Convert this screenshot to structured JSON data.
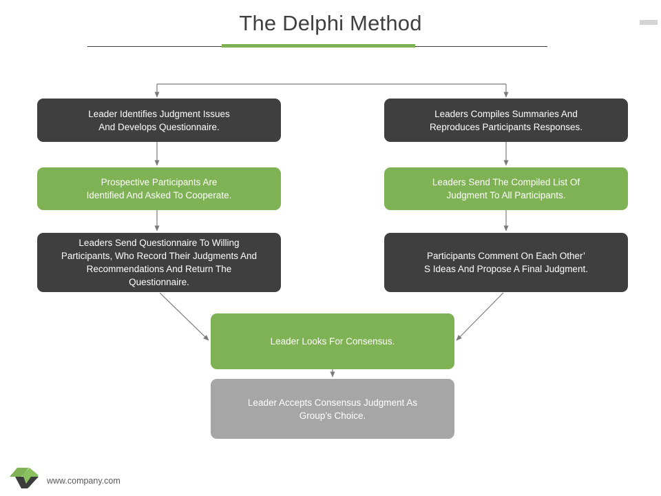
{
  "slide": {
    "title": "The Delphi Method",
    "accent_color": "#7FB254",
    "dark_color": "#403F3F",
    "gray_color": "#A6A6A6",
    "rule_color": "#3b3b3b",
    "background": "#ffffff"
  },
  "decoration": {
    "corner_mark": "top-right-gray-bar"
  },
  "diagram": {
    "type": "flowchart",
    "nodes": [
      {
        "id": "l1",
        "column": "left",
        "order": 1,
        "color": "#403F3F",
        "style": "dark",
        "text": "Leader Identifies Judgment Issues\nAnd Develops Questionnaire."
      },
      {
        "id": "l2",
        "column": "left",
        "order": 2,
        "color": "#7FB254",
        "style": "green",
        "text": "Prospective Participants Are\nIdentified And Asked To Cooperate."
      },
      {
        "id": "l3",
        "column": "left",
        "order": 3,
        "color": "#403F3F",
        "style": "dark",
        "text": "Leaders Send Questionnaire To Willing\nParticipants, Who Record Their Judgments And\nRecommendations And Return The\nQuestionnaire."
      },
      {
        "id": "r1",
        "column": "right",
        "order": 1,
        "color": "#403F3F",
        "style": "dark",
        "text": "Leaders Compiles Summaries And\nReproduces Participants Responses."
      },
      {
        "id": "r2",
        "column": "right",
        "order": 2,
        "color": "#7FB254",
        "style": "green",
        "text": "Leaders Send The Compiled List Of\nJudgment To All Participants."
      },
      {
        "id": "r3",
        "column": "right",
        "order": 3,
        "color": "#403F3F",
        "style": "dark",
        "text": "Participants Comment On Each Other’\nS Ideas And Propose A Final Judgment."
      },
      {
        "id": "c1",
        "column": "center",
        "order": 4,
        "color": "#7FB254",
        "style": "green",
        "text": "Leader Looks For Consensus."
      },
      {
        "id": "c2",
        "column": "center",
        "order": 5,
        "color": "#A6A6A6",
        "style": "gray",
        "text": "Leader Accepts Consensus Judgment As\nGroup’s Choice."
      }
    ],
    "edges": [
      {
        "from": "split",
        "to": "l1",
        "kind": "bracket"
      },
      {
        "from": "split",
        "to": "r1",
        "kind": "bracket"
      },
      {
        "from": "l1",
        "to": "l2",
        "kind": "vertical-arrow"
      },
      {
        "from": "l2",
        "to": "l3",
        "kind": "vertical-arrow"
      },
      {
        "from": "r1",
        "to": "r2",
        "kind": "vertical-arrow"
      },
      {
        "from": "r2",
        "to": "r3",
        "kind": "vertical-arrow"
      },
      {
        "from": "l3",
        "to": "c1",
        "kind": "diagonal-arrow"
      },
      {
        "from": "r3",
        "to": "c1",
        "kind": "diagonal-arrow"
      },
      {
        "from": "c1",
        "to": "c2",
        "kind": "vertical-arrow"
      }
    ]
  },
  "footer": {
    "url": "www.company.com",
    "logo": "company-logo-icon"
  }
}
